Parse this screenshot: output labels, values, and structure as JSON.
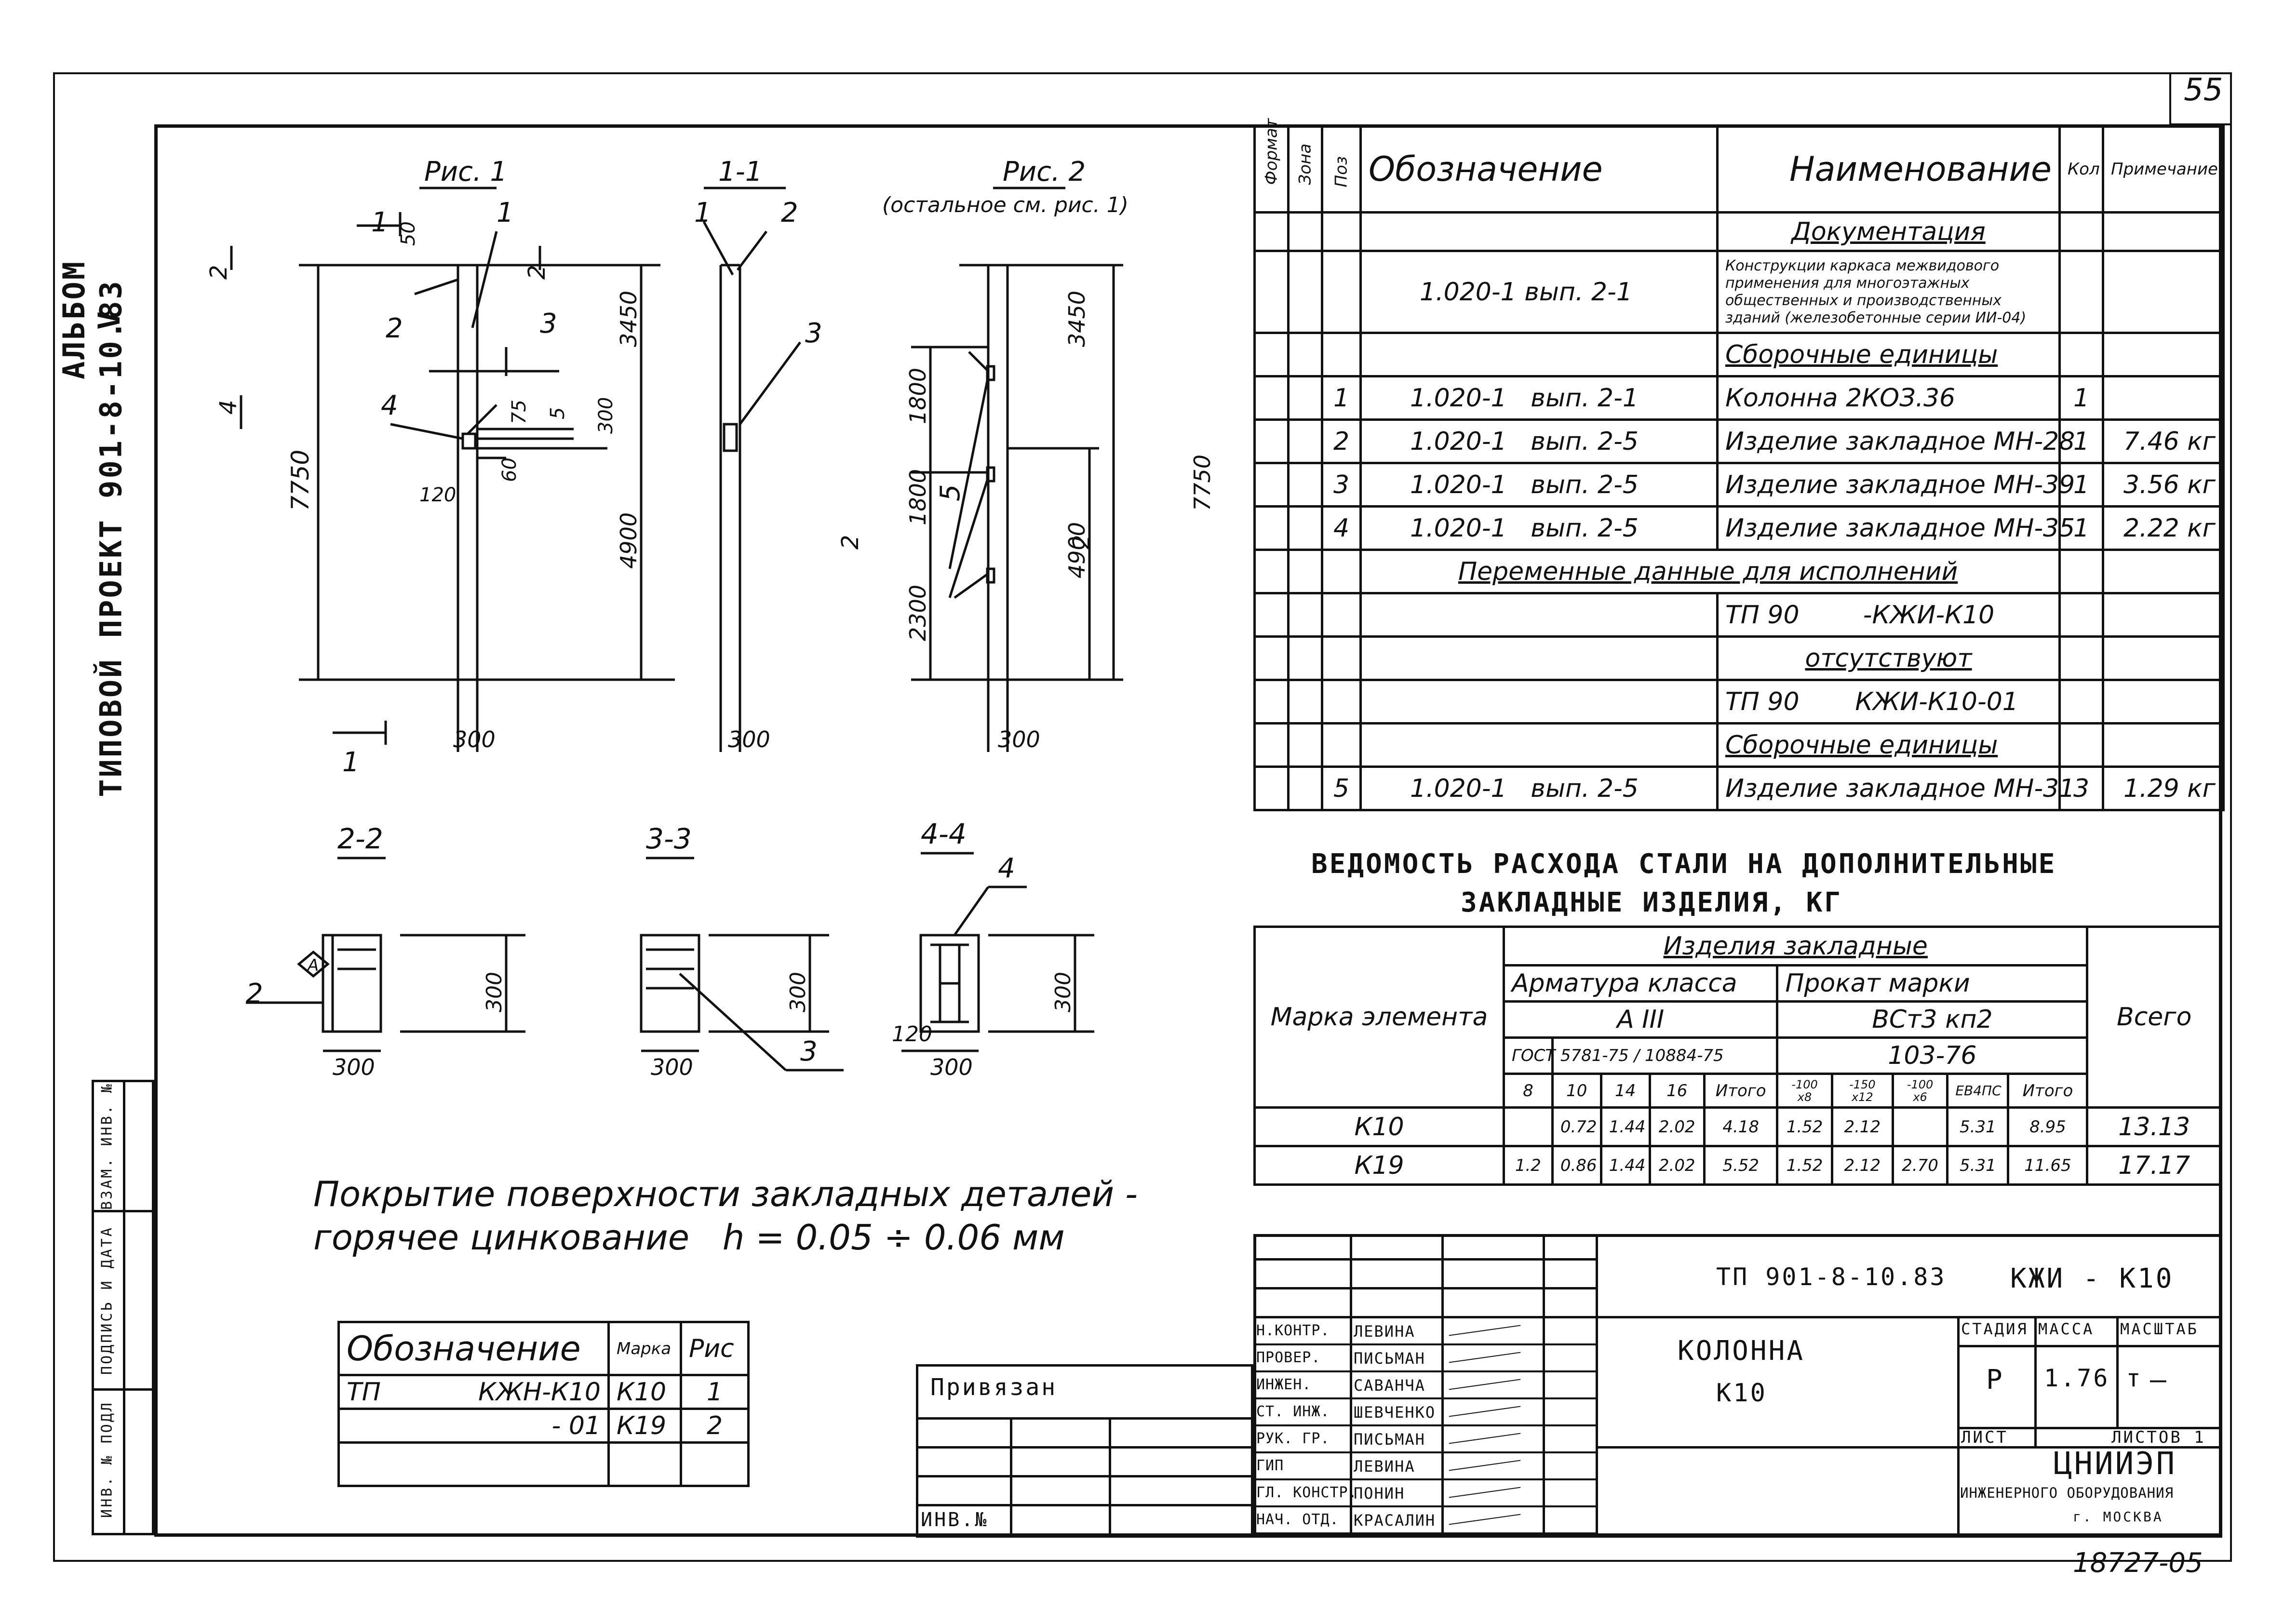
{
  "sheet": {
    "sheet_number": "55",
    "album_label": "АЛЬБОМ V",
    "project_label": "ТИПОВОЙ ПРОЕКТ 901-8-10.83",
    "inventory_number": "18727-05",
    "left_strip": [
      "ИНВ. № ПОДЛ",
      "ПОДПИСЬ И ДАТА",
      "ВЗАМ. ИНВ. №"
    ]
  },
  "drawing": {
    "fig1_title": "Рис. 1",
    "sec11_title": "1-1",
    "fig2_title": "Рис. 2",
    "fig2_note": "(остальное см. рис. 1)",
    "sec22_title": "2-2",
    "sec33_title": "3-3",
    "sec44_title": "4-4",
    "dims": {
      "d7750": "7750",
      "d3450": "3450",
      "d4900": "4900",
      "d300": "300",
      "d120": "120",
      "d50": "50",
      "d75": "75",
      "d60": "60",
      "d5": "5",
      "d1800": "1800",
      "d2300": "2300"
    },
    "callouts": [
      "1",
      "2",
      "3",
      "4",
      "5"
    ],
    "section_mark_a": "А"
  },
  "note": {
    "line1": "Покрытие поверхности закладных деталей -",
    "line2": "горячее цинкование   h = 0.05 ÷ 0.06 мм"
  },
  "spec_table": {
    "headers": {
      "format": "Формат",
      "zone": "Зона",
      "pos": "Поз",
      "designation": "Обозначение",
      "name": "Наименование",
      "qty": "Кол",
      "note": "Примечание"
    },
    "rows": [
      {
        "pos": "",
        "designation": "",
        "name": "Документация",
        "qty": "",
        "note": "",
        "kind": "section"
      },
      {
        "pos": "",
        "designation": "1.020-1  вып. 2-1",
        "name": "Конструкции каркаса межвидового применения для многоэтажных общественных и производственных зданий (железобетонные серии ИИ-04)",
        "qty": "",
        "note": "",
        "kind": "doc"
      },
      {
        "pos": "",
        "designation": "",
        "name": "Сборочные единицы",
        "qty": "",
        "note": "",
        "kind": "section"
      },
      {
        "pos": "1",
        "designation": "1.020-1   вып. 2-1",
        "name": "Колонна 2КОЗ.36",
        "qty": "1",
        "note": "",
        "kind": "item"
      },
      {
        "pos": "2",
        "designation": "1.020-1   вып. 2-5",
        "name": "Изделие закладное МН-28",
        "qty": "1",
        "note": "7.46 кг",
        "kind": "item"
      },
      {
        "pos": "3",
        "designation": "1.020-1   вып. 2-5",
        "name": "Изделие закладное МН-39",
        "qty": "1",
        "note": "3.56 кг",
        "kind": "item"
      },
      {
        "pos": "4",
        "designation": "1.020-1   вып. 2-5",
        "name": "Изделие закладное МН-35",
        "qty": "1",
        "note": "2.22 кг",
        "kind": "item"
      },
      {
        "pos": "",
        "designation": "Переменные данные для исполнений",
        "name": "",
        "qty": "",
        "note": "",
        "kind": "wide"
      },
      {
        "pos": "",
        "designation": "",
        "name": "ТП 90        -КЖИ-К10",
        "qty": "",
        "note": "",
        "kind": "item"
      },
      {
        "pos": "",
        "designation": "",
        "name": "отсутствуют",
        "qty": "",
        "note": "",
        "kind": "section"
      },
      {
        "pos": "",
        "designation": "",
        "name": "ТП 90       КЖИ-К10-01",
        "qty": "",
        "note": "",
        "kind": "item"
      },
      {
        "pos": "",
        "designation": "",
        "name": "Сборочные единицы",
        "qty": "",
        "note": "",
        "kind": "section"
      },
      {
        "pos": "5",
        "designation": "1.020-1   вып. 2-5",
        "name": "Изделие закладное МН-31",
        "qty": "3",
        "note": "1.29 кг",
        "kind": "item"
      }
    ]
  },
  "steel_table": {
    "title_line1": "ВЕДОМОСТЬ РАСХОДА СТАЛИ НА ДОПОЛНИТЕЛЬНЫЕ",
    "title_line2": "ЗАКЛАДНЫЕ ИЗДЕЛИЯ, КГ",
    "h_products": "Изделия закладные",
    "h_mark": "Марка элемента",
    "h_rebar": "Арматура класса",
    "h_rolled": "Прокат марки",
    "h_total": "Всего",
    "h_aiii": "А III",
    "h_vst": "ВСт3 кп2",
    "h_gost": "ГОСТ",
    "h_gost_nums": "5781-75  / 10884-75",
    "h_gost2": "103-76",
    "cols": [
      "8",
      "10",
      "14",
      "16",
      "Итого",
      "-100 х8",
      "-150 х12",
      "-100 х6",
      "ЕВ4ПС",
      "Итого"
    ],
    "rows": [
      {
        "mark": "К10",
        "vals": [
          "",
          "0.72",
          "1.44",
          "2.02",
          "4.18",
          "1.52",
          "2.12",
          "",
          "5.31",
          "8.95"
        ],
        "total": "13.13"
      },
      {
        "mark": "К19",
        "vals": [
          "1.2",
          "0.86",
          "1.44",
          "2.02",
          "5.52",
          "1.52",
          "2.12",
          "2.70",
          "5.31",
          "11.65"
        ],
        "total": "17.17"
      }
    ]
  },
  "small_table": {
    "headers": [
      "Обозначение",
      "Марка",
      "Рис"
    ],
    "rows": [
      {
        "prefix": "ТП",
        "designation": "КЖН-К10",
        "mark": "К10",
        "fig": "1"
      },
      {
        "prefix": "",
        "designation": "- 01",
        "mark": "К19",
        "fig": "2"
      }
    ]
  },
  "binding": {
    "label": "Привязан",
    "inv_label": "ИНВ.№"
  },
  "title_block": {
    "code": "ТП 901-8-10.83",
    "series": "КЖИ - К10",
    "element_name": "КОЛОННА",
    "element_mark": "К10",
    "stage_label": "СТАДИЯ",
    "mass_label": "МАССА",
    "scale_label": "МАСШТАБ",
    "stage": "Р",
    "mass": "1.76 т",
    "scale": "—",
    "sheet_label": "ЛИСТ",
    "sheets_label": "ЛИСТОВ 1",
    "org_name": "ЦНИИЭП",
    "org_sub": "ИНЖЕНЕРНОГО ОБОРУДОВАНИЯ",
    "org_city": "г. МОСКВА",
    "people": [
      {
        "role": "Н.КОНТР.",
        "name": "ЛЕВИНА"
      },
      {
        "role": "ПРОВЕР.",
        "name": "ПИСЬМАН"
      },
      {
        "role": "ИНЖЕН.",
        "name": "САВАНЧА"
      },
      {
        "role": "СТ. ИНЖ.",
        "name": "ШЕВЧЕНКО"
      },
      {
        "role": "РУК. ГР.",
        "name": "ПИСЬМАН"
      },
      {
        "role": "ГИП",
        "name": "ЛЕВИНА"
      },
      {
        "role": "ГЛ. КОНСТР.",
        "name": "ПОНИН"
      },
      {
        "role": "НАЧ. ОТД.",
        "name": "КРАСАЛИН"
      }
    ]
  }
}
